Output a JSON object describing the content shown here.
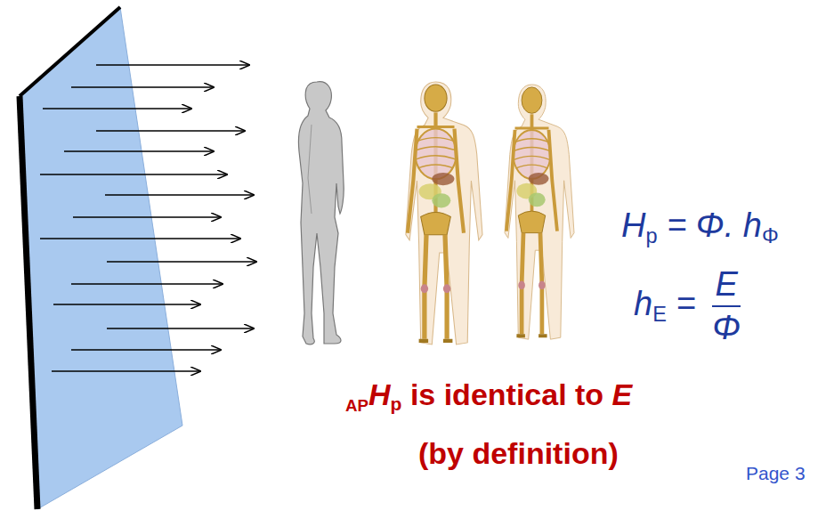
{
  "diagram": {
    "labels": [
      "H",
      "p",
      "= Φ. h",
      "Φ",
      "h",
      "E",
      "=",
      "E",
      "Φ",
      "AP",
      "H",
      "p",
      "is identical to",
      "E",
      "(by definition)",
      "Page 3"
    ]
  }
}
